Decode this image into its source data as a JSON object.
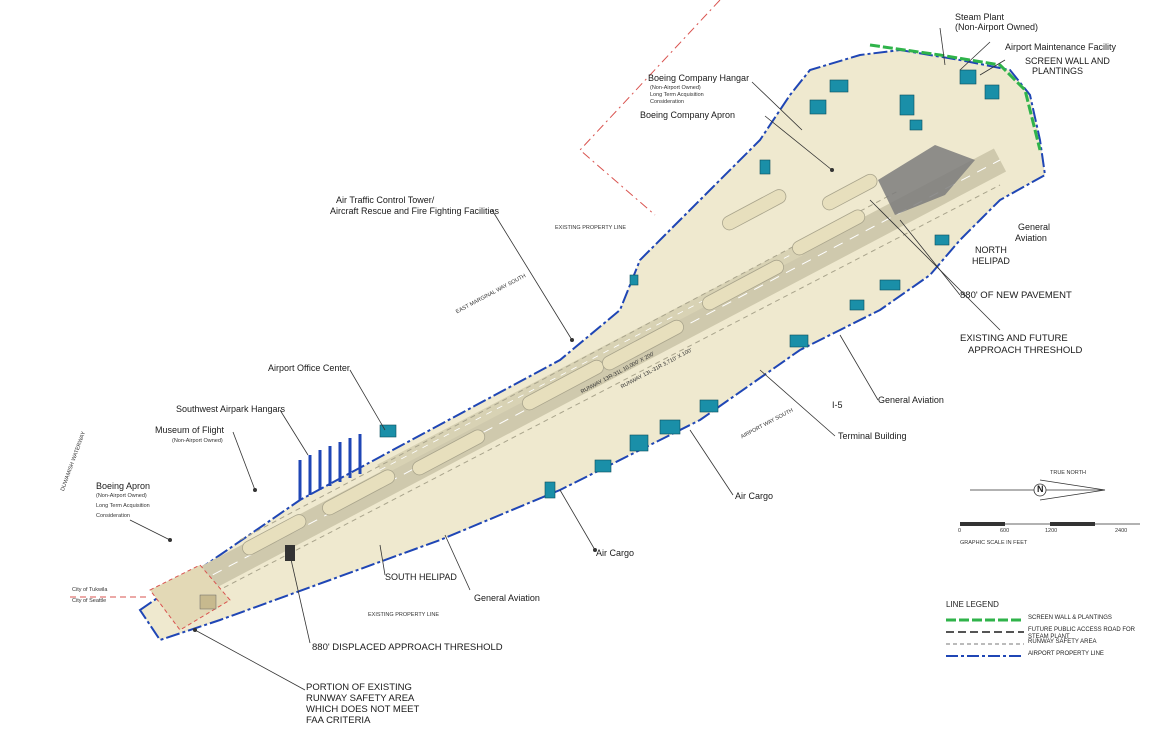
{
  "labels": {
    "steam_plant": "Steam Plant",
    "steam_plant_sub": "(Non-Airport Owned)",
    "airport_maintenance": "Airport Maintenance Facility",
    "screen_wall": "SCREEN WALL AND",
    "plantings": "PLANTINGS",
    "boeing_hangar": "Boeing Company Hangar",
    "boeing_hangar_sub1": "(Non-Airport Owned)",
    "boeing_hangar_sub2": "Long Term Acquisition",
    "boeing_hangar_sub3": "Consideration",
    "boeing_apron_north": "Boeing Company Apron",
    "atct": "Air Traffic Control Tower/",
    "arff": "Aircraft Rescue and Fire Fighting Facilities",
    "general_aviation_ne": "General",
    "general_aviation_ne2": "Aviation",
    "north_helipad": "NORTH",
    "north_helipad2": "HELIPAD",
    "new_pavement": "880' OF NEW PAVEMENT",
    "approach_threshold": "EXISTING AND FUTURE",
    "approach_threshold2": "APPROACH THRESHOLD",
    "airport_office": "Airport Office Center",
    "sw_airpark": "Southwest Airpark Hangars",
    "museum": "Museum of Flight",
    "museum_sub": "(Non-Airport Owned)",
    "boeing_apron_sw": "Boeing Apron",
    "boeing_apron_sw_sub1": "(Non-Airport Owned)",
    "boeing_apron_sw_sub2": "Long Term Acquisition",
    "boeing_apron_sw_sub3": "Consideration",
    "general_aviation_mid": "General Aviation",
    "terminal": "Terminal Building",
    "air_cargo_east": "Air Cargo",
    "air_cargo_south": "Air Cargo",
    "south_helipad": "SOUTH HELIPAD",
    "general_aviation_south": "General Aviation",
    "existing_property_line": "EXISTING PROPERTY LINE",
    "displaced_threshold": "880' DISPLACED APPROACH THRESHOLD",
    "rsa_1": "PORTION OF EXISTING",
    "rsa_2": "RUNWAY SAFETY AREA",
    "rsa_3": "WHICH DOES NOT MEET",
    "rsa_4": "FAA CRITERIA",
    "city_tukwila": "City of Tukwila",
    "city_seattle": "City of Seattle",
    "east_marginal": "EAST MARGINAL WAY SOUTH",
    "airport_way": "AIRPORT WAY SOUTH",
    "runway_main": "RUNWAY 13R-31L 10,000' X 200'",
    "runway_small": "RUNWAY 13L-31R 3,710' X 100'",
    "river": "DUWAMISH WATERWAY",
    "i5": "I-5",
    "existing_property_line_2": "EXISTING PROPERTY LINE"
  },
  "legend": {
    "title": "LINE LEGEND",
    "items": [
      {
        "label": "SCREEN WALL & PLANTINGS",
        "color": "#2fb34a"
      },
      {
        "label": "FUTURE PUBLIC ACCESS ROAD FOR STEAM PLANT",
        "color": "#555555"
      },
      {
        "label": "RUNWAY SAFETY AREA",
        "color": "#777777"
      },
      {
        "label": "AIRPORT PROPERTY LINE",
        "color": "#1f46b5"
      }
    ]
  },
  "north_arrow": {
    "true_north": "TRUE NORTH",
    "letter": "N",
    "scale_0": "0",
    "scale_1": "600",
    "scale_2": "1200",
    "scale_3": "2400",
    "scale_caption": "GRAPHIC SCALE IN FEET"
  },
  "colors": {
    "airfield_fill": "#efe9cf",
    "pavement": "#d8d2b4",
    "building": "#1a8fa8",
    "property_line": "#1f46b5",
    "screen_wall": "#2fb34a",
    "city_limit": "#d9534f",
    "new_pavement": "#777777"
  }
}
